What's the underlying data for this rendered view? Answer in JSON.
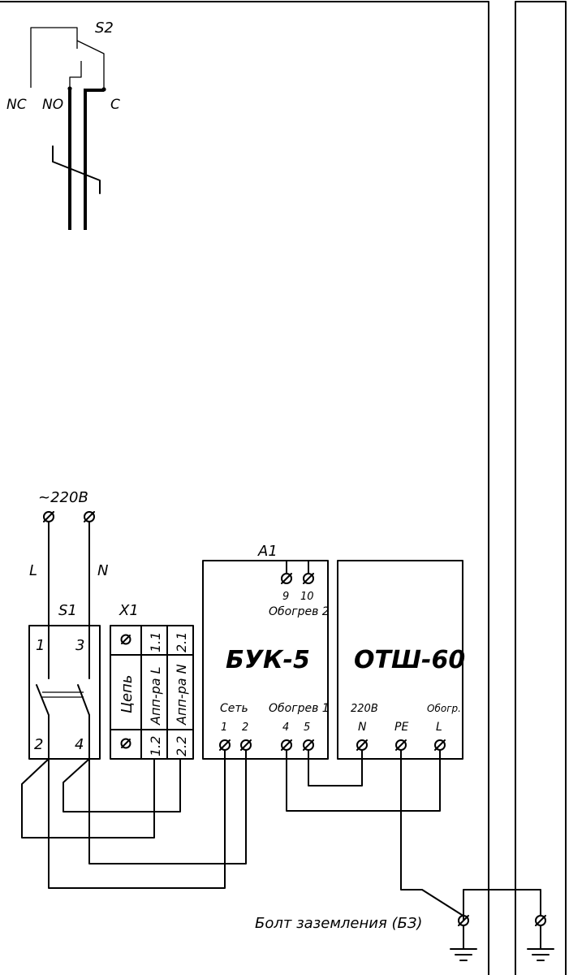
{
  "labels": {
    "s2": "S2",
    "nc": "NC",
    "no": "NO",
    "c": "C",
    "supply": "~220В",
    "l": "L",
    "n": "N",
    "s1": "S1",
    "x1": "X1",
    "a1": "A1",
    "s1_t1": "1",
    "s1_t2": "2",
    "s1_t3": "3",
    "s1_t4": "4",
    "x1_chain": "Цепь",
    "x1_app_l": "Апп-ра L",
    "x1_app_n": "Апп-ра N",
    "x1_11": "1.1",
    "x1_21": "2.1",
    "x1_12": "1.2",
    "x1_22": "2.2",
    "buk_title": "БУК-5",
    "buk_t9": "9",
    "buk_t10": "10",
    "buk_heat2": "Обогрев 2",
    "buk_net": "Сеть",
    "buk_heat1": "Обогрев 1",
    "buk_t1": "1",
    "buk_t2": "2",
    "buk_t4": "4",
    "buk_t5": "5",
    "otsh_title": "ОТШ-60",
    "otsh_220": "220В",
    "otsh_n": "N",
    "otsh_pe": "PE",
    "otsh_heat": "Обогр.",
    "otsh_l": "L",
    "ground_bolt": "Болт заземления (БЗ)"
  }
}
